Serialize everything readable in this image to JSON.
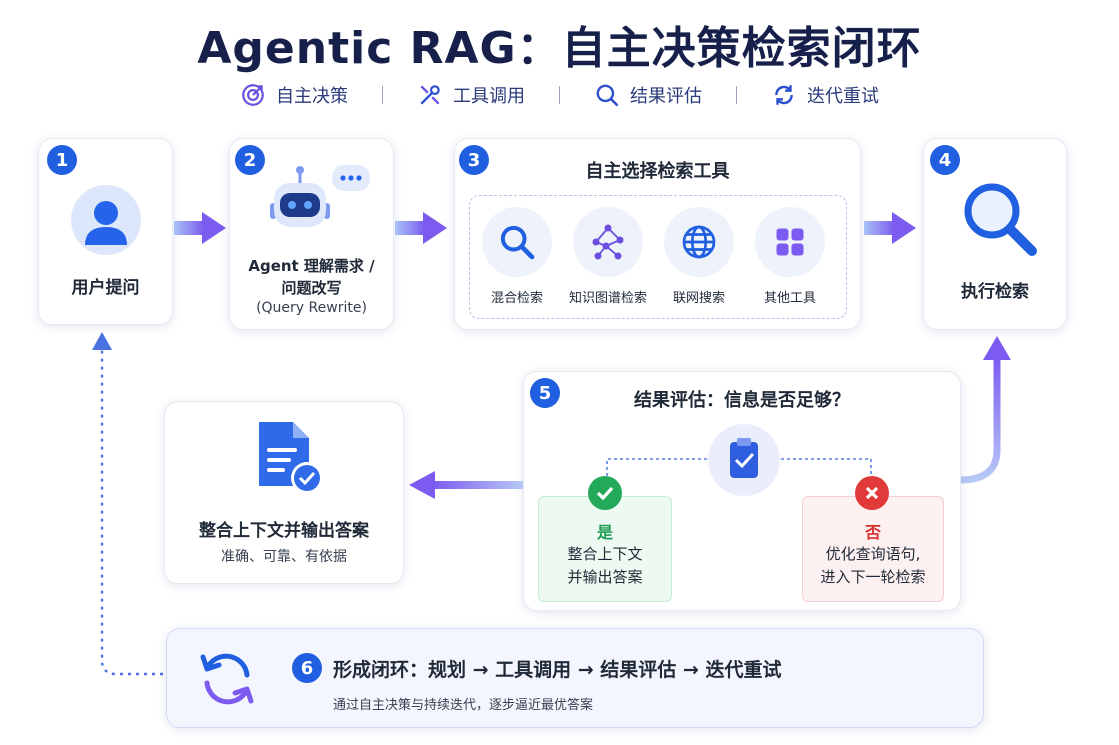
{
  "title": "Agentic RAG：自主决策检索闭环",
  "legend": [
    {
      "icon": "target-icon",
      "label": "自主决策"
    },
    {
      "icon": "tools-icon",
      "label": "工具调用"
    },
    {
      "icon": "search-icon",
      "label": "结果评估"
    },
    {
      "icon": "refresh-icon",
      "label": "迭代重试"
    }
  ],
  "steps": {
    "s1": {
      "num": "1",
      "label": "用户提问"
    },
    "s2": {
      "num": "2",
      "line1": "Agent 理解需求 /",
      "line2": "问题改写",
      "line3": "(Query Rewrite)"
    },
    "s3": {
      "num": "3",
      "title": "自主选择检索工具",
      "tools": [
        "混合检索",
        "知识图谱检索",
        "联网搜索",
        "其他工具"
      ]
    },
    "s4": {
      "num": "4",
      "label": "执行检索"
    },
    "s5": {
      "num": "5",
      "title": "结果评估：信息是否足够？",
      "yes": {
        "head": "是",
        "line1": "整合上下文",
        "line2": "并输出答案"
      },
      "no": {
        "head": "否",
        "line1": "优化查询语句,",
        "line2": "进入下一轮检索"
      }
    },
    "answer": {
      "title": "整合上下文并输出答案",
      "sub": "准确、可靠、有依据"
    },
    "s6": {
      "num": "6",
      "title": "形成闭环：规划 → 工具调用 → 结果评估 → 迭代重试",
      "sub": "通过自主决策与持续迭代，逐步逼近最优答案"
    }
  },
  "colors": {
    "primary": "#1f5fe0",
    "purple": "#7c5cf0",
    "green": "#22a95a",
    "red": "#e03a3a"
  }
}
